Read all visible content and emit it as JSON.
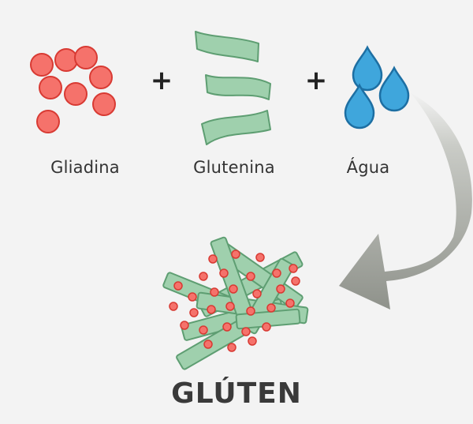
{
  "ingredients": {
    "gliadin": "Gliadina",
    "glutenin": "Glutenina",
    "water": "Água"
  },
  "operators": {
    "plus1": "+",
    "plus2": "+"
  },
  "result": {
    "label": "GLÚTEN"
  },
  "colors": {
    "gliadin_fill": "#f5726b",
    "gliadin_stroke": "#d83a33",
    "glutenin_fill": "#9fd0ad",
    "glutenin_stroke": "#5e9e72",
    "water_fill": "#3fa6dc",
    "water_stroke": "#1d6fa3",
    "arrow": "#9a9d96",
    "text": "#333333"
  }
}
